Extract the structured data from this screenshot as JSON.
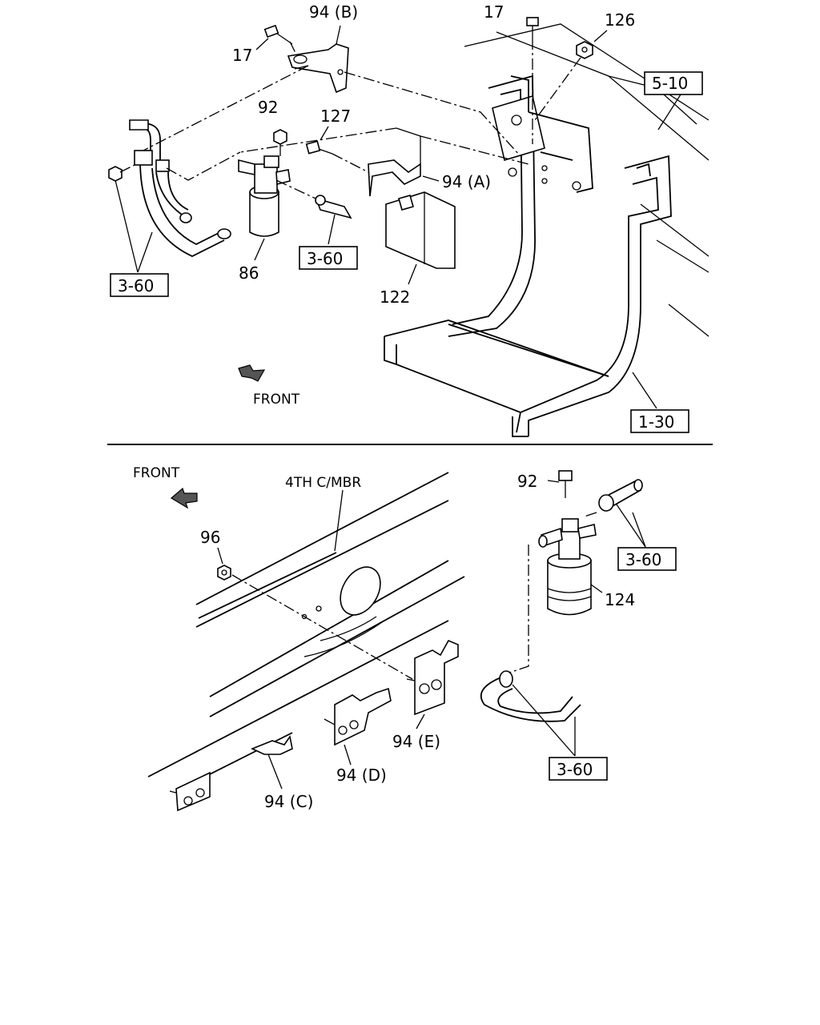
{
  "top_view": {
    "labels": {
      "l94b": "94 (B)",
      "l17a": "17",
      "l17b": "17",
      "l126": "126",
      "l92": "92",
      "l127": "127",
      "l94a": "94 (A)",
      "l86": "86",
      "l122": "122",
      "front": "FRONT"
    },
    "refs": {
      "r510": "5-10",
      "r360a": "3-60",
      "r360b": "3-60",
      "r130": "1-30"
    }
  },
  "bottom_view": {
    "labels": {
      "front": "FRONT",
      "member": "4TH C/MBR",
      "l92": "92",
      "l96": "96",
      "l124": "124",
      "l94e": "94 (E)",
      "l94d": "94 (D)",
      "l94c": "94 (C)"
    },
    "refs": {
      "r360c": "3-60",
      "r360d": "3-60"
    }
  }
}
